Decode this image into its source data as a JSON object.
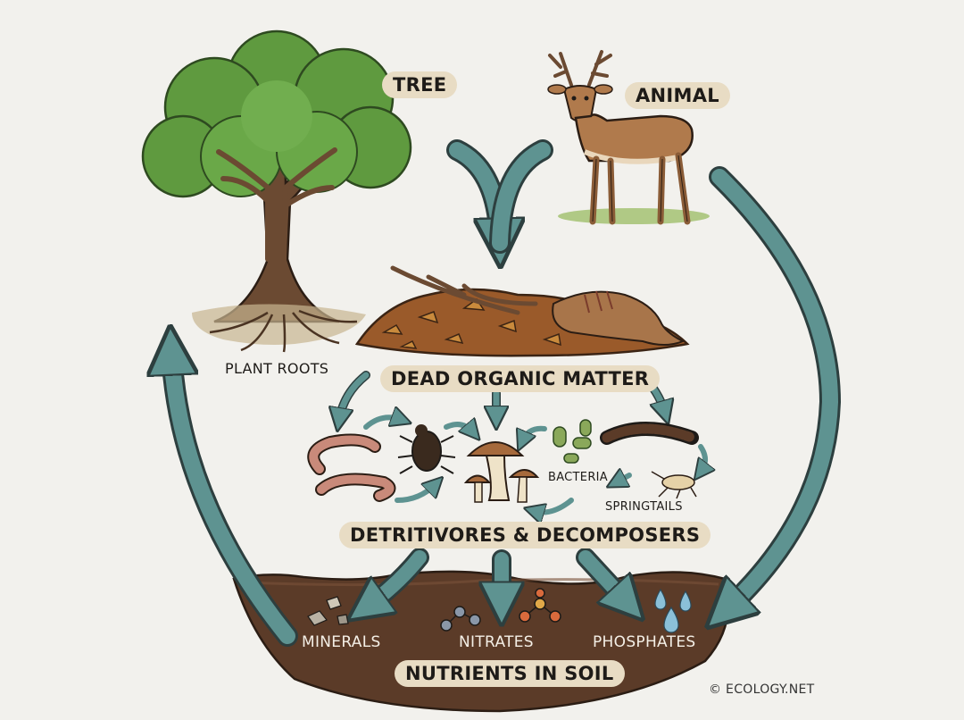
{
  "labels": {
    "tree": "TREE",
    "animal": "ANIMAL",
    "plant_roots": "PLANT ROOTS",
    "dead_organic_matter": "DEAD ORGANIC MATTER",
    "bacteria": "BACTERIA",
    "springtails": "SPRINGTAILS",
    "detritivores_decomposers": "DETRITIVORES & DECOMPOSERS",
    "minerals": "MINERALS",
    "nitrates": "NITRATES",
    "phosphates": "PHOSPHATES",
    "nutrients_in_soil": "NUTRIENTS IN SOIL",
    "copyright": "© ECOLOGY.NET"
  },
  "colors": {
    "background": "#f2f1ed",
    "arrow": "#5e9391",
    "label_bg": "#e8dcc4",
    "soil": "#5b3b28",
    "foliage": "#5f9a3f",
    "trunk": "#6b4a32",
    "deer": "#b07a4c"
  },
  "icons": [
    "tree-icon",
    "deer-icon",
    "leaf-litter-icon",
    "worm-icon",
    "beetle-icon",
    "mushroom-icon",
    "bacteria-icon",
    "millipede-icon",
    "springtail-icon",
    "mineral-rocks-icon",
    "nitrate-molecule-icon",
    "phosphate-molecule-icon",
    "water-drop-icon"
  ]
}
